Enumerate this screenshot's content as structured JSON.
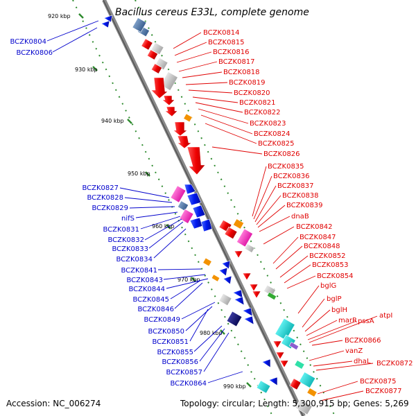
{
  "title": "Bacillus cereus E33L, complete genome",
  "footer": {
    "accession": "Accession: NC_006274",
    "summary": "Topology: circular; Length: 5,300,915 bp; Genes: 5,269"
  },
  "ticks": [
    "920 kbp",
    "930 kbp",
    "940 kbp",
    "950 kbp",
    "960 kbp",
    "970 kbp",
    "980 kbp",
    "990 kbp"
  ],
  "right_labels": [
    "BCZK0814",
    "BCZK0815",
    "BCZK0816",
    "BCZK0817",
    "BCZK0818",
    "BCZK0819",
    "BCZK0820",
    "BCZK0821",
    "BCZK0822",
    "BCZK0823",
    "BCZK0824",
    "BCZK0825",
    "BCZK0826",
    "BCZK0835",
    "BCZK0836",
    "BCZK0837",
    "BCZK0838",
    "BCZK0839",
    "dnaB",
    "BCZK0842",
    "BCZK0847",
    "BCZK0848",
    "BCZK0852",
    "BCZK0853",
    "BCZK0854",
    "bglG",
    "bglP",
    "bglH",
    "marR",
    "pssA",
    "atpI",
    "BCZK0866",
    "vanZ",
    "dhaL",
    "BCZK0872",
    "BCZK0875",
    "BCZK0877"
  ],
  "left_labels": [
    "BCZK0804",
    "BCZK0806",
    "BCZK0827",
    "BCZK0828",
    "BCZK0829",
    "nifS",
    "BCZK0831",
    "BCZK0832",
    "BCZK0833",
    "BCZK0834",
    "BCZK0841",
    "BCZK0843",
    "BCZK0844",
    "BCZK0845",
    "BCZK0846",
    "BCZK0849",
    "BCZK0850",
    "BCZK0851",
    "BCZK0855",
    "BCZK0856",
    "BCZK0857",
    "BCZK0864"
  ],
  "colors": {
    "forward_label": "#e00000",
    "reverse_label": "#0000cc",
    "backbone": "#888888",
    "ticks": "#2e8b2e"
  }
}
